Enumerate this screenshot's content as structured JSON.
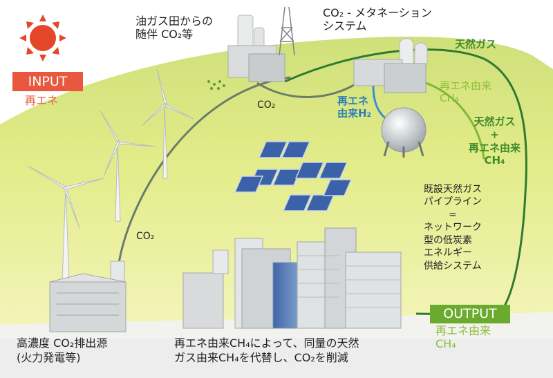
{
  "input": {
    "badge": "INPUT",
    "label": "再エネ"
  },
  "output": {
    "badge": "OUTPUT",
    "line1": "再エネ由来",
    "line2": "CH₄"
  },
  "oil_gas_field": {
    "line1": "油ガス田からの",
    "line2": "随伴 CO₂等"
  },
  "methanation": {
    "line1": "CO₂ - メタネーション",
    "line2": "システム"
  },
  "flows": {
    "natural_gas": "天然ガス",
    "co2_from_field": "CO₂",
    "co2_from_source": "CO₂",
    "h2_line1": "再エネ",
    "h2_line2": "由来H₂",
    "renew_ch4_line1": "再エネ由来",
    "renew_ch4_line2": "CH₄",
    "mix_line1": "天然ガス",
    "mix_line2": "+",
    "mix_line3": "再エネ由来",
    "mix_line4": "CH₄"
  },
  "pipeline": {
    "lines": [
      "既設天然ガス",
      "パイプライン",
      "=",
      "ネットワーク",
      "型の低炭素",
      "エネルギー",
      "供給システム"
    ]
  },
  "source": {
    "line1": "高濃度 CO₂排出源",
    "line2": "(火力発電等)"
  },
  "bottom_caption": {
    "line1": "再エネ由来CH₄によって、同量の天然",
    "line2": "ガス由来CH₄を代替し、CO₂を削減"
  },
  "colors": {
    "input_badge": "#e9573f",
    "output_badge": "#6aab2e",
    "pipeline_dark_green": "#2f7a32",
    "pipeline_light_green": "#7fb838",
    "co2_pipe": "#6b7c6b",
    "h2_pipe": "#3a8fcf",
    "sun": "#e4462a",
    "sea": "#7fc7d6"
  }
}
